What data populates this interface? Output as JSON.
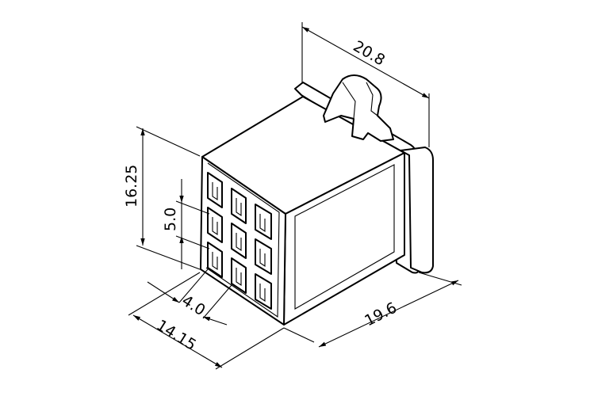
{
  "dimensions": {
    "overall_width": "20.8",
    "height": "16.25",
    "pitch_vertical": "5.0",
    "pitch_horizontal": "4.0",
    "front_width": "14.15",
    "depth": "19.6"
  }
}
